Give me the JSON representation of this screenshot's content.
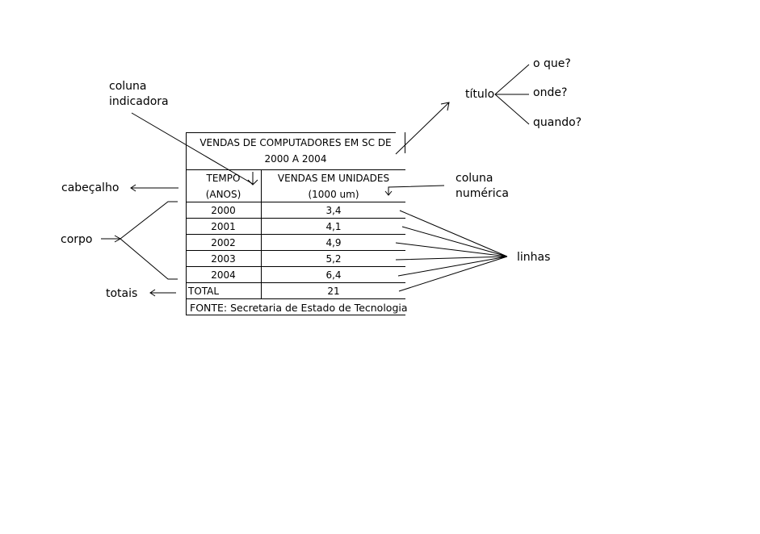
{
  "table": {
    "title_line1": "VENDAS DE COMPUTADORES EM SC DE",
    "title_line2": "2000 A 2004",
    "header": {
      "col1_line1": "TEMPO",
      "col1_line2": "(ANOS)",
      "col2_line1": "VENDAS EM UNIDADES",
      "col2_line2": "(1000 um)"
    },
    "rows": [
      {
        "year": "2000",
        "value": "3,4"
      },
      {
        "year": "2001",
        "value": "4,1"
      },
      {
        "year": "2002",
        "value": "4,9"
      },
      {
        "year": "2003",
        "value": "5,2"
      },
      {
        "year": "2004",
        "value": "6,4"
      }
    ],
    "total": {
      "label": "TOTAL",
      "value": "21"
    },
    "source": "FONTE: Secretaria de Estado de Tecnologia"
  },
  "labels": {
    "coluna_indicadora_line1": "coluna",
    "coluna_indicadora_line2": "indicadora",
    "titulo": "título",
    "o_que": "o que?",
    "onde": "onde?",
    "quando": "quando?",
    "cabecalho": "cabeçalho",
    "coluna_numerica_line1": "coluna",
    "coluna_numerica_line2": "numérica",
    "corpo": "corpo",
    "linhas": "linhas",
    "totais": "totais"
  }
}
